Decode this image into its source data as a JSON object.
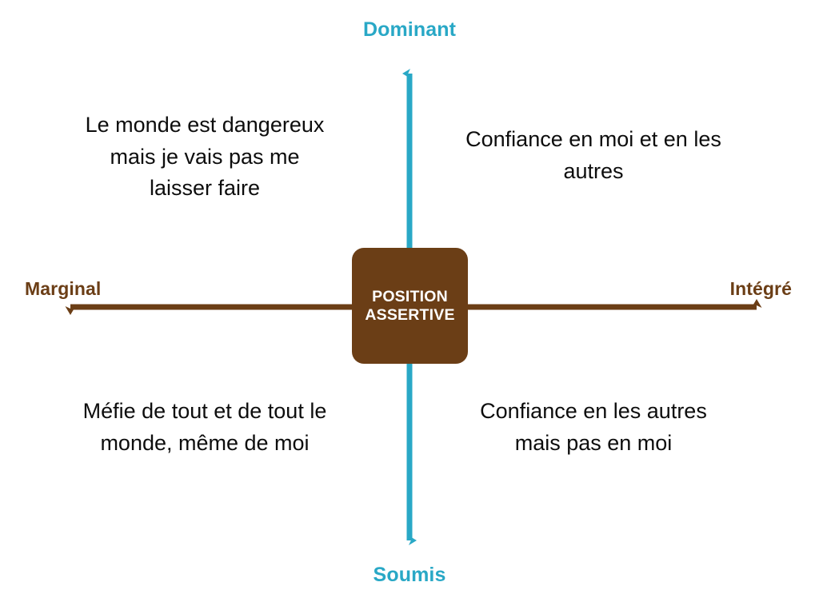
{
  "diagram": {
    "title": "Position assertive — axes Dominant/Soumis et Marginal/Intégré",
    "background": "#ffffff",
    "colors": {
      "vertical_axis": "#29A8C6",
      "horizontal_axis": "#6B3E16",
      "center_node_fill": "#6B3E16",
      "center_node_text": "#ffffff",
      "quadrant_text": "#0d0d0d"
    }
  },
  "axes": {
    "vertical": {
      "top_label": "Dominant",
      "bottom_label": "Soumis",
      "color": "#29A8C6"
    },
    "horizontal": {
      "left_label": "Marginal",
      "right_label": "Intégré",
      "color": "#6B3E16"
    }
  },
  "center_node": {
    "line1": "POSITION",
    "line2": "ASSERTIVE"
  },
  "quadrants": [
    {
      "id": "top-left",
      "text": "Le monde est dangereux mais je vais pas me laisser faire"
    },
    {
      "id": "top-right",
      "text": "Confiance en moi et en les autres"
    },
    {
      "id": "bottom-left",
      "text": "Méfie de tout et de tout le monde, même de moi"
    },
    {
      "id": "bottom-right",
      "text": "Confiance en les autres mais pas en moi"
    }
  ]
}
